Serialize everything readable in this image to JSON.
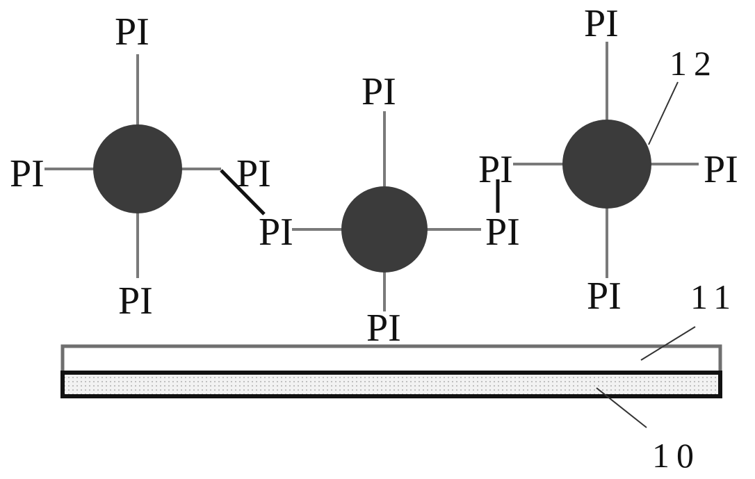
{
  "ligand_label": "PI",
  "callouts": {
    "particle": "12",
    "upper_layer": "11",
    "substrate": "10"
  },
  "colors": {
    "particle_fill": "#3b3b3b",
    "bond_line": "#7a7a7a",
    "layer_border": "#111111",
    "substrate_fill": "#f2f2f2",
    "substrate_dots": "#9a9a9a"
  }
}
